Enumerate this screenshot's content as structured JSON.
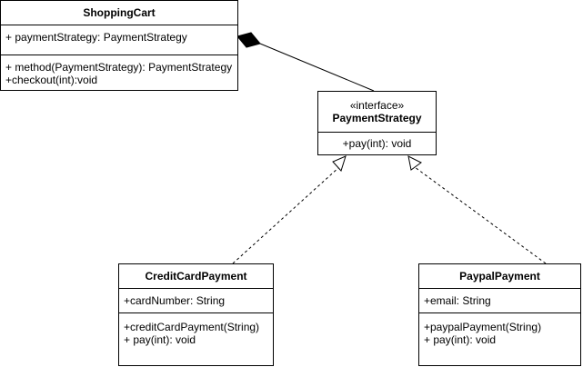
{
  "diagram": {
    "classes": {
      "shopping_cart": {
        "name": "ShoppingCart",
        "attributes": [
          "+ paymentStrategy: PaymentStrategy"
        ],
        "methods": [
          "+ method(PaymentStrategy): PaymentStrategy",
          "+checkout(int):void"
        ]
      },
      "payment_strategy": {
        "stereotype": "«interface»",
        "name": "PaymentStrategy",
        "methods": [
          "+pay(int): void"
        ]
      },
      "credit_card_payment": {
        "name": "CreditCardPayment",
        "attributes": [
          "+cardNumber: String"
        ],
        "methods": [
          "+creditCardPayment(String)",
          "+ pay(int): void"
        ]
      },
      "paypal_payment": {
        "name": "PaypalPayment",
        "attributes": [
          "+email: String"
        ],
        "methods": [
          "+paypalPayment(String)",
          "+ pay(int): void"
        ]
      }
    },
    "relationships": [
      {
        "type": "composition",
        "from": "ShoppingCart",
        "to": "PaymentStrategy"
      },
      {
        "type": "realization",
        "from": "CreditCardPayment",
        "to": "PaymentStrategy"
      },
      {
        "type": "realization",
        "from": "PaypalPayment",
        "to": "PaymentStrategy"
      }
    ]
  }
}
